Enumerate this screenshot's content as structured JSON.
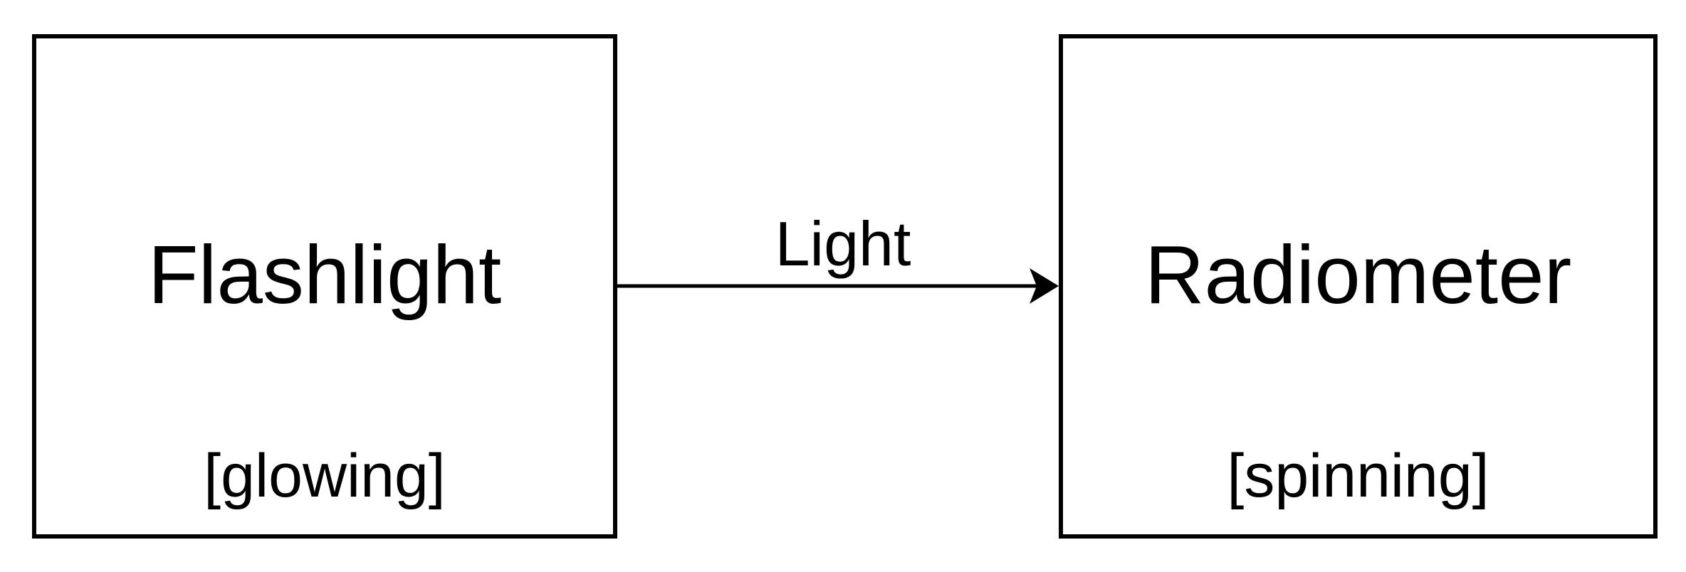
{
  "diagram": {
    "background_color": "#ffffff",
    "stroke_color": "#000000",
    "nodes": [
      {
        "title": "Flashlight",
        "state": "[glowing]"
      },
      {
        "title": "Radiometer",
        "state": "[spinning]"
      }
    ],
    "edge": {
      "label": "Light",
      "from": "Flashlight",
      "to": "Radiometer",
      "direction": "left-to-right"
    }
  }
}
